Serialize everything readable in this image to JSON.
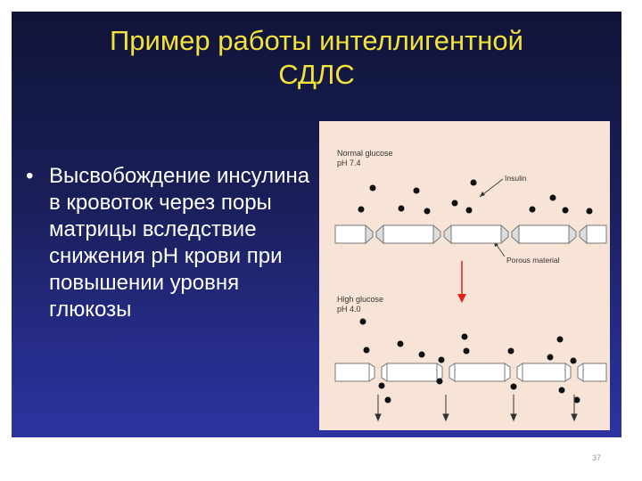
{
  "slide": {
    "title_line1": "Пример работы интеллигентной",
    "title_line2": "СДЛС",
    "bullet_symbol": "•",
    "bullet_text": "Высвобождение инсулина в кровоток через поры матрицы вследствие снижения рН крови при повышении уровня глюкозы",
    "page_number": "37"
  },
  "figure": {
    "top_label_1": "Normal glucose",
    "top_label_2": "pH 7.4",
    "insulin_label": "Insulin",
    "porous_label": "Porous material",
    "bottom_label_1": "High glucose",
    "bottom_label_2": "pH 4.0"
  },
  "colors": {
    "title": "#f2e23a",
    "arrow": "#e02020",
    "figure_bg": "#f7e4d6"
  }
}
